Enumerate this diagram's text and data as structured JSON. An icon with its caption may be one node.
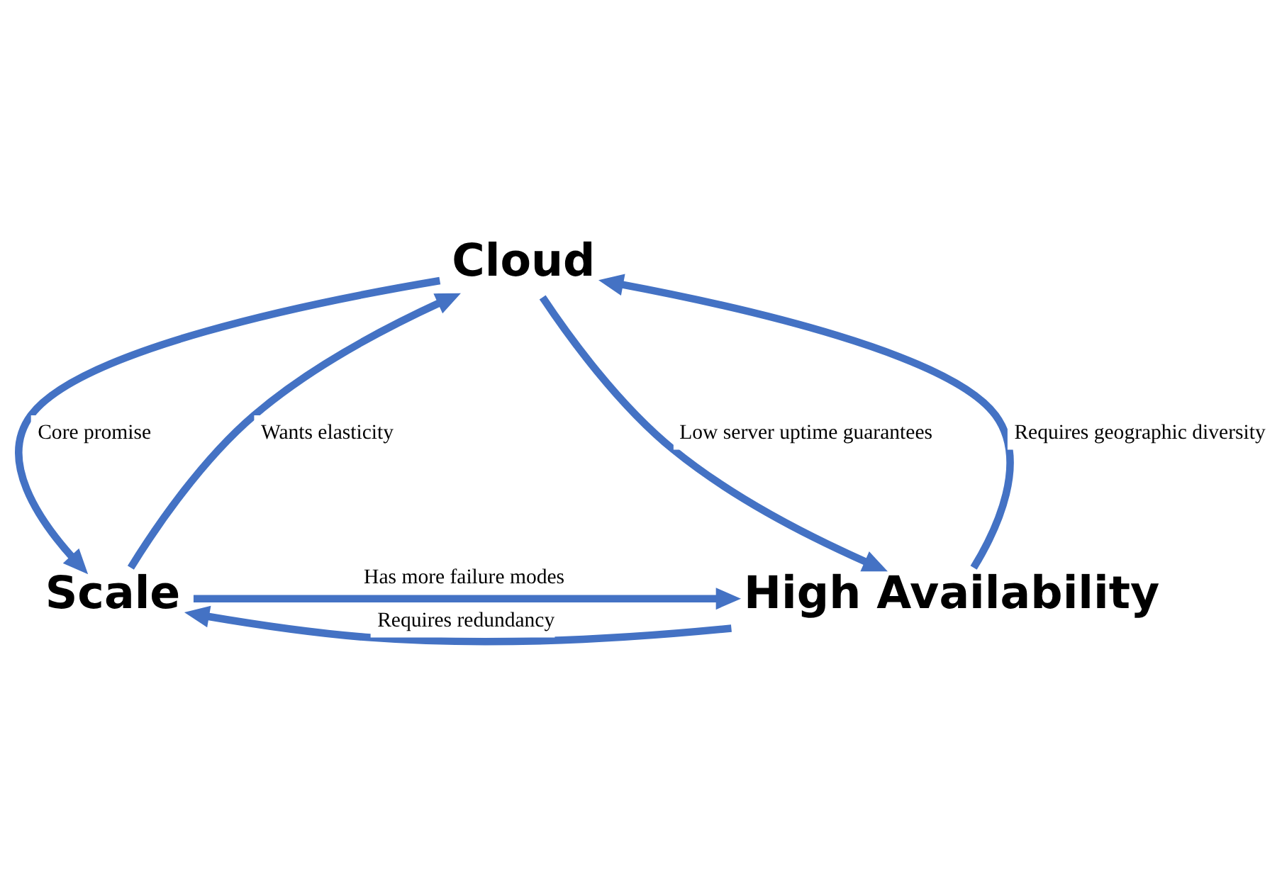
{
  "diagram": {
    "nodes": [
      {
        "text": [
          "Cloud"
        ]
      },
      {
        "text": [
          "Scale"
        ]
      },
      {
        "text": [
          "High Availability"
        ]
      }
    ],
    "edges": [
      {
        "from": 1,
        "to": 0,
        "arrow": "to",
        "label": "Wants elasticity"
      },
      {
        "from": 0,
        "to": 1,
        "arrow": "to",
        "label": "Core promise"
      },
      {
        "from": 0,
        "to": 2,
        "arrow": "to",
        "label": "Low server uptime guarantees"
      },
      {
        "from": 2,
        "to": 0,
        "arrow": "to",
        "label": "Requires geographic diversity"
      },
      {
        "from": 1,
        "to": 2,
        "arrow": "to",
        "label": "Has more failure modes"
      },
      {
        "from": 2,
        "to": 1,
        "arrow": "to",
        "label": "Requires redundancy"
      }
    ]
  }
}
